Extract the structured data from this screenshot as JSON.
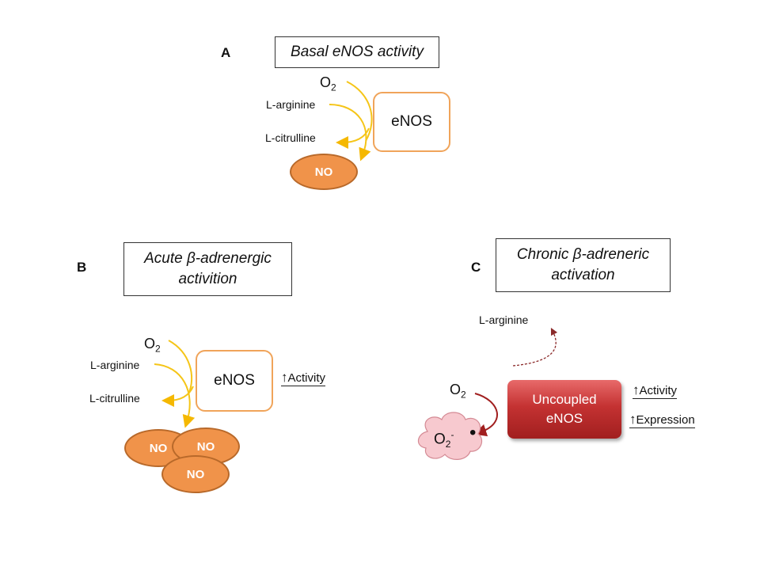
{
  "panel_a": {
    "letter": "A",
    "title": "Basal eNOS activity",
    "o2": "O",
    "o2_sub": "2",
    "arginine": "L-arginine",
    "citrulline": "L-citrulline",
    "enzyme": "eNOS",
    "product": "NO"
  },
  "panel_b": {
    "letter": "B",
    "title_line1": "Acute β-adrenergic",
    "title_line2": "activition",
    "o2": "O",
    "o2_sub": "2",
    "arginine": "L-arginine",
    "citrulline": "L-citrulline",
    "enzyme": "eNOS",
    "indicator_arrow": "↑",
    "indicator": "Activity",
    "products": [
      "NO",
      "NO",
      "NO"
    ]
  },
  "panel_c": {
    "letter": "C",
    "title_line1": "Chronic β-adreneric",
    "title_line2": "activation",
    "arginine": "L-arginine",
    "o2": "O",
    "o2_sub": "2",
    "enzyme_line1": "Uncoupled",
    "enzyme_line2": "eNOS",
    "indicators": [
      {
        "arrow": "↑",
        "label": "Activity"
      },
      {
        "arrow": "↑",
        "label": "Expression"
      }
    ],
    "superoxide": "O",
    "superoxide_sub": "2",
    "superoxide_sup": "-",
    "radical_dot": "•"
  },
  "colors": {
    "enos_border": "#f0a45a",
    "no_fill": "#f0934a",
    "no_border": "#b8692a",
    "reaction_arrow": "#f5c518",
    "uncoupled_red": "#c43232",
    "superoxide_cloud": "#f7c9cf",
    "dashed_arrow": "#8b2a2a"
  }
}
